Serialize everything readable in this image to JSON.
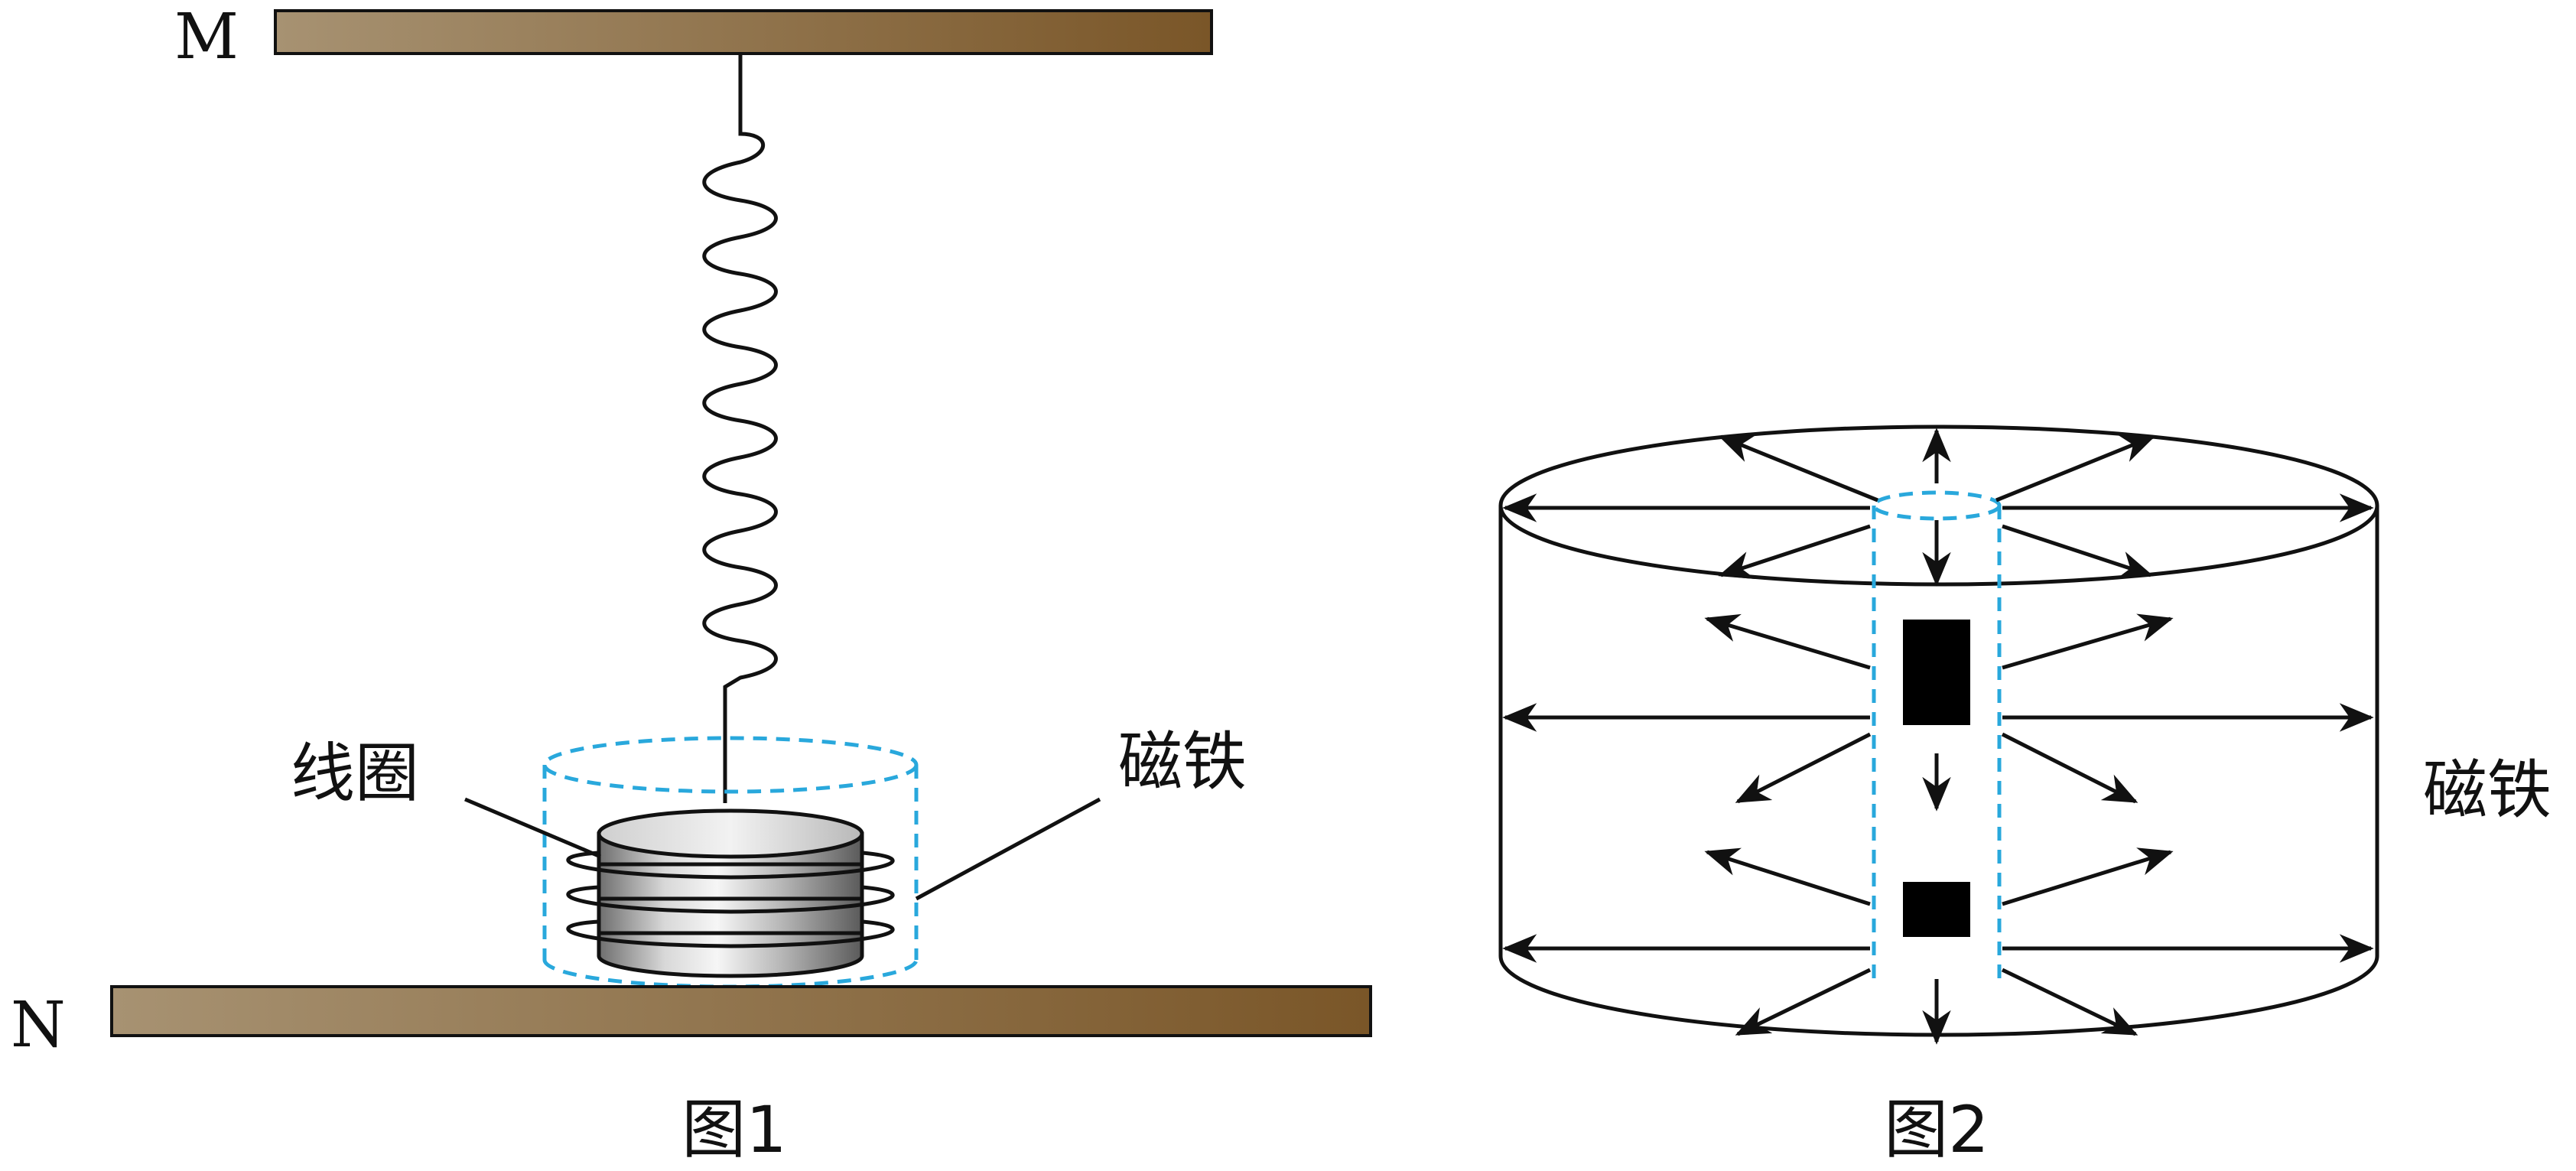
{
  "figure1": {
    "label_m": "M",
    "label_n": "N",
    "coil_label": "线圈",
    "magnet_label": "磁铁",
    "caption": "图1"
  },
  "figure2": {
    "magnet_label": "磁铁",
    "caption": "图2"
  },
  "colors": {
    "plate_light": "#a79272",
    "plate_dark": "#7a5628",
    "dashed_cyan": "#29a8dc",
    "stroke": "#111111"
  }
}
